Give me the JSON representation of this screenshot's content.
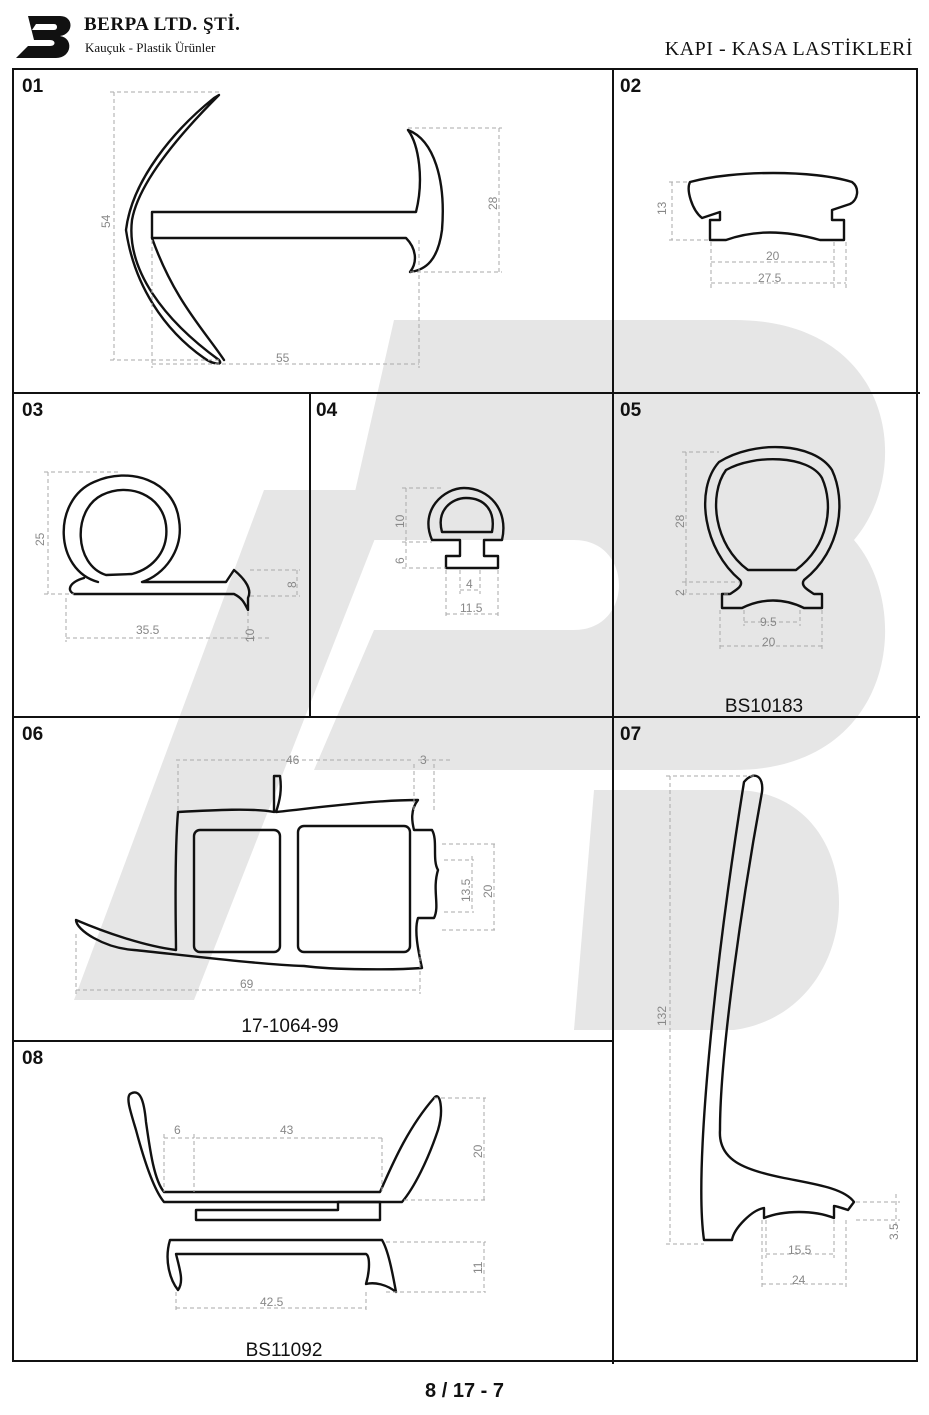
{
  "header": {
    "brand": "BERPA LTD. ŞTİ.",
    "tagline": "Kauçuk - Plastik Ürünler",
    "title": "KAPI - KASA LASTİKLERİ"
  },
  "cells": [
    {
      "num": "01",
      "code": "",
      "dims": [
        "54",
        "55",
        "28"
      ]
    },
    {
      "num": "02",
      "code": "",
      "dims": [
        "13",
        "20",
        "27.5"
      ]
    },
    {
      "num": "03",
      "code": "",
      "dims": [
        "25",
        "8",
        "35.5",
        "10"
      ]
    },
    {
      "num": "04",
      "code": "",
      "dims": [
        "10",
        "6",
        "4",
        "11.5"
      ]
    },
    {
      "num": "05",
      "code": "BS10183",
      "dims": [
        "28",
        "2",
        "9.5",
        "20"
      ]
    },
    {
      "num": "06",
      "code": "17-1064-99",
      "dims": [
        "46",
        "3",
        "13.5",
        "20",
        "69"
      ]
    },
    {
      "num": "07",
      "code": "",
      "dims": [
        "132",
        "3.5",
        "15.5",
        "24"
      ]
    },
    {
      "num": "08",
      "code": "BS11092",
      "dims": [
        "6",
        "43",
        "20",
        "11",
        "42.5"
      ]
    }
  ],
  "footer": {
    "page": "8 / 17 - 7"
  },
  "colors": {
    "line": "#111111",
    "dimension": "#888888",
    "watermark": "#e6e6e6"
  },
  "icons": {
    "logo": "bp-logo-icon",
    "watermark": "bp-watermark-icon"
  }
}
